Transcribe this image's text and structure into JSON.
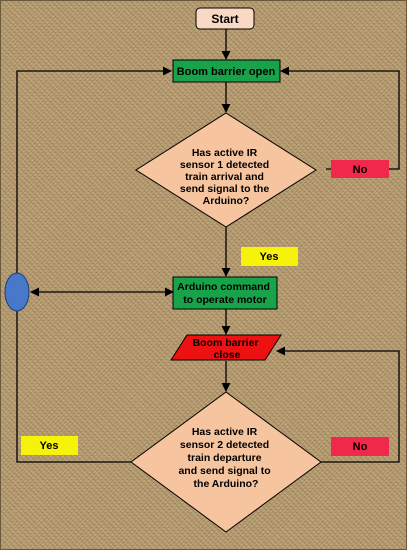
{
  "flowchart": {
    "start": "Start",
    "boom_open": "Boom barrier open",
    "decision1": [
      "Has active IR",
      "sensor 1 detected",
      "train arrival  and",
      "send signal to the",
      "Arduino?"
    ],
    "no1": "No",
    "yes1": "Yes",
    "arduino_cmd": [
      "Arduino command",
      "to operate motor"
    ],
    "boom_close": [
      "Boom barrier",
      "close"
    ],
    "decision2": [
      "Has active IR",
      "sensor 2 detected",
      "train departure",
      "and send signal to",
      "the Arduino?"
    ],
    "no2": "No",
    "yes2": "Yes"
  },
  "colors": {
    "start_fill": "#f9d9c4",
    "process_fill": "#18a34a",
    "decision_fill": "#f6c49f",
    "io_fill": "#ee1111",
    "no_fill": "#f0284a",
    "yes_fill": "#f6f20a",
    "connector_fill": "#4a78c8",
    "line": "#000000"
  }
}
